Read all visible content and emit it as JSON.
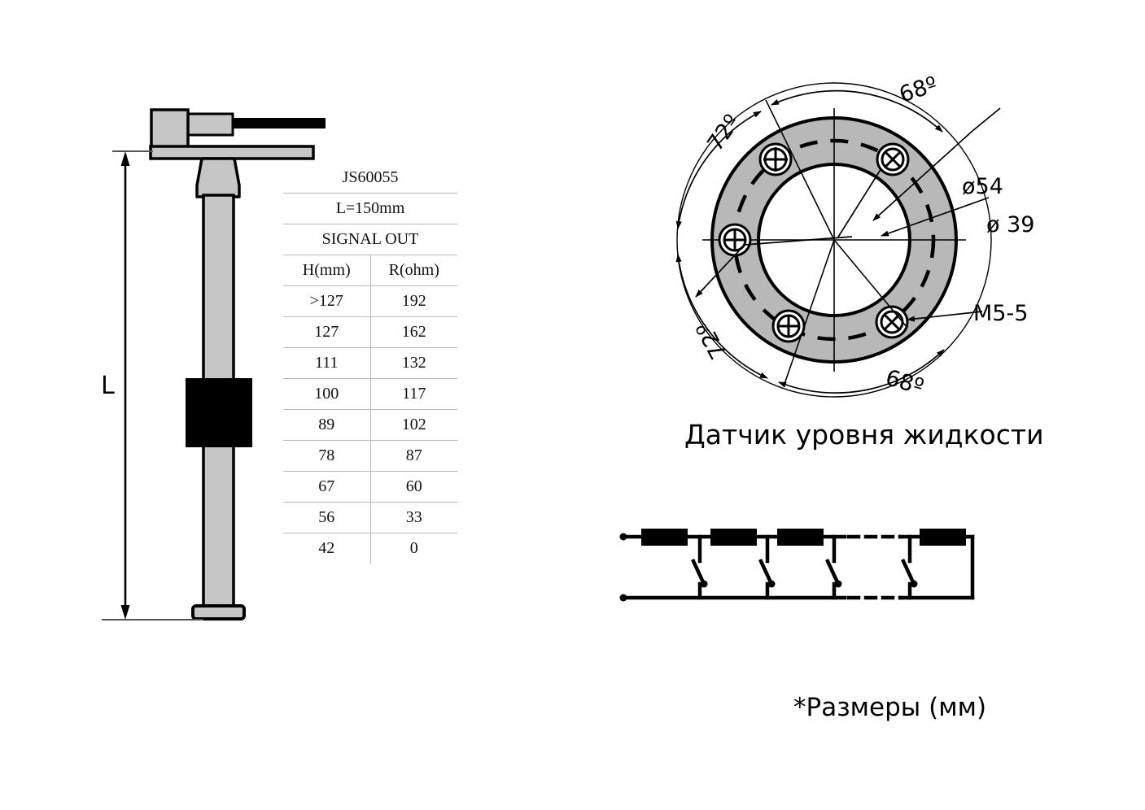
{
  "document": {
    "type": "technical-drawing",
    "colors": {
      "line": "#000000",
      "metal_fill": "#c6c6c6",
      "flange_fill": "#b8b8b8",
      "float_fill": "#000000",
      "table_rule": "#b9b9b9"
    }
  },
  "sensor_view": {
    "dimension_label": "L"
  },
  "spec_table": {
    "model": "JS60055",
    "length": "L=150mm",
    "signal": "SIGNAL OUT",
    "columns": [
      "H(mm)",
      "R(ohm)"
    ],
    "rows": [
      {
        "h": ">127",
        "r": "192"
      },
      {
        "h": "127",
        "r": "162"
      },
      {
        "h": "111",
        "r": "132"
      },
      {
        "h": "100",
        "r": "117"
      },
      {
        "h": "89",
        "r": "102"
      },
      {
        "h": "78",
        "r": "87"
      },
      {
        "h": "67",
        "r": "60"
      },
      {
        "h": "56",
        "r": "33"
      },
      {
        "h": "42",
        "r": "0"
      }
    ]
  },
  "flange_view": {
    "caption": "Датчик уровня жидкости",
    "dimensions": {
      "outer_diameter": "ø54",
      "inner_diameter": "ø 39",
      "thread": "M5-5"
    },
    "angles": {
      "top_right": "68º",
      "top_left": "72º",
      "bottom_left": "72º",
      "bottom_right": "68º"
    },
    "bolt_hole_count": 5
  },
  "circuit_view": {
    "resistor_count": 4,
    "switch_count": 4,
    "has_ellipsis": true
  },
  "footnote": {
    "units": "*Размеры (мм)"
  },
  "chart_data": {
    "type": "table",
    "title": "JS60055 SIGNAL OUT (L=150mm)",
    "categories": [
      ">127",
      "127",
      "111",
      "100",
      "89",
      "78",
      "67",
      "56",
      "42"
    ],
    "series": [
      {
        "name": "R(ohm)",
        "values": [
          192,
          162,
          132,
          117,
          102,
          87,
          60,
          33,
          0
        ]
      }
    ],
    "xlabel": "H(mm)",
    "ylabel": "R(ohm)",
    "ylim": [
      0,
      192
    ]
  }
}
